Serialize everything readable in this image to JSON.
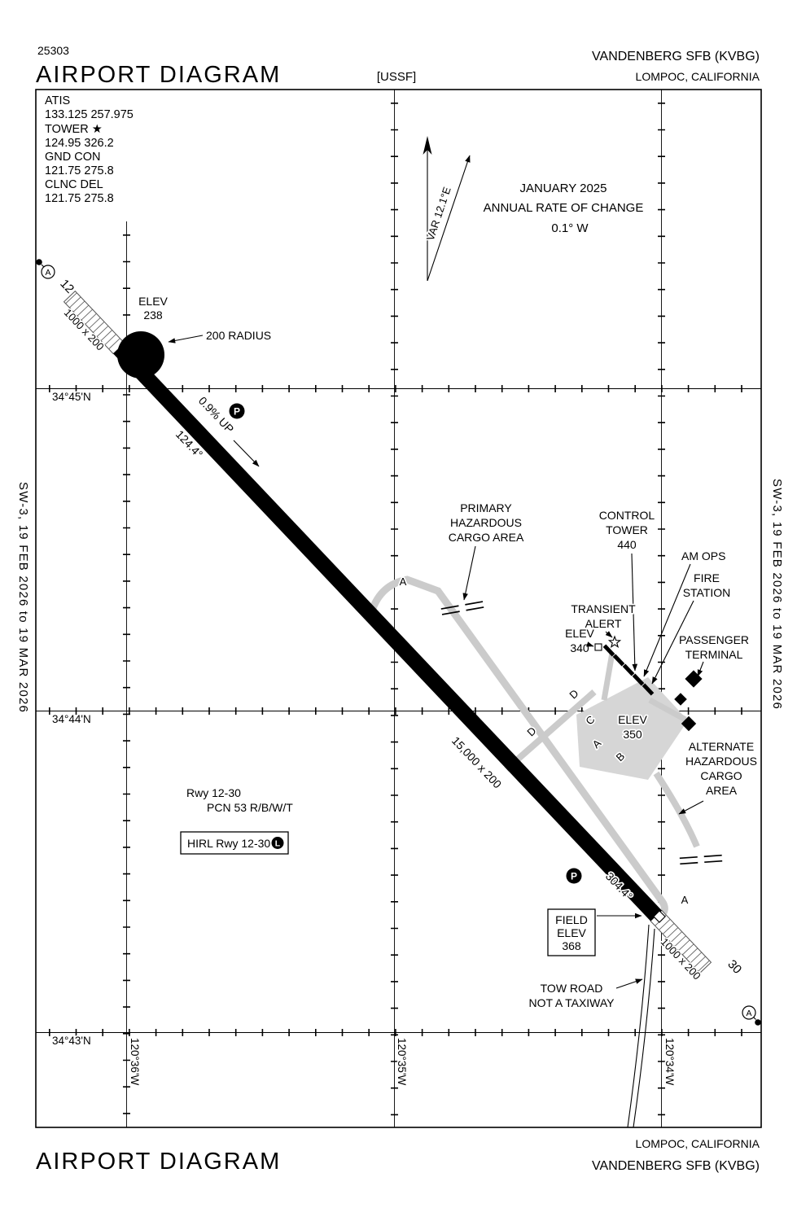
{
  "header": {
    "code": "25303",
    "title": "AIRPORT DIAGRAM",
    "org": "[USSF]",
    "airport": "VANDENBERG SFB  (KVBG)",
    "city": "LOMPOC, CALIFORNIA"
  },
  "footer": {
    "title": "AIRPORT DIAGRAM",
    "city": "LOMPOC, CALIFORNIA",
    "airport": "VANDENBERG SFB  (KVBG)"
  },
  "margins": {
    "left": "SW-3,  19 FEB 2026  to  19 MAR 2026",
    "right": "SW-3,  19 FEB 2026  to  19 MAR 2026"
  },
  "comm": {
    "lines": [
      "ATIS",
      "133.125  257.975",
      "TOWER ★",
      "124.95  326.2",
      "GND CON",
      "121.75  275.8",
      "CLNC DEL",
      "121.75  275.8"
    ]
  },
  "variation": {
    "var": "VAR 12.1°E",
    "date": "JANUARY 2025",
    "rate_label": "ANNUAL RATE OF CHANGE",
    "rate_value": "0.1° W"
  },
  "grid": {
    "lat": [
      "34°45'N",
      "34°44'N",
      "34°43'N"
    ],
    "lon": [
      "120°36'W",
      "120°35'W",
      "120°34'W"
    ]
  },
  "runway": {
    "number_nw": "12",
    "number_se": "30",
    "dimensions": "15,000 x 200",
    "overrun_nw": "1000 x 200",
    "overrun_se": "1000 x 200",
    "slope": "0.9% UP",
    "heading_se": "124.4°",
    "heading_nw": "304.4°",
    "radius": "200 RADIUS",
    "elev_nw": [
      "ELEV",
      "238"
    ],
    "parking_symbol": "P",
    "arresting_symbol": "A"
  },
  "labels": {
    "primary_hazard": [
      "PRIMARY",
      "HAZARDOUS",
      "CARGO AREA"
    ],
    "control_tower": [
      "CONTROL",
      "TOWER",
      "440"
    ],
    "am_ops": "AM OPS",
    "fire_station": [
      "FIRE",
      "STATION"
    ],
    "transient_alert": [
      "TRANSIENT",
      "ALERT"
    ],
    "elev_340": [
      "ELEV",
      "340"
    ],
    "passenger_terminal": [
      "PASSENGER",
      "TERMINAL"
    ],
    "elev_350": [
      "ELEV",
      "350"
    ],
    "alt_hazard": [
      "ALTERNATE",
      "HAZARDOUS",
      "CARGO",
      "AREA"
    ],
    "rwy_info": [
      "Rwy 12-30",
      "PCN 53 R/B/W/T"
    ],
    "hirl": "HIRL Rwy 12-30",
    "hirl_light": "L",
    "field_elev": [
      "FIELD",
      "ELEV",
      "368"
    ],
    "tow_road": [
      "TOW ROAD",
      "NOT A TAXIWAY"
    ]
  },
  "taxiways": {
    "a": "A",
    "b": "B",
    "c": "C",
    "d": "D"
  }
}
